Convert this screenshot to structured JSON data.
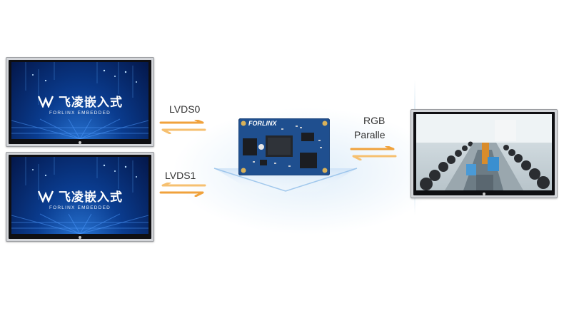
{
  "links": {
    "lvds0": "LVDS0",
    "lvds1": "LVDS1",
    "rgb_line1": "RGB",
    "rgb_line2": "Paralle"
  },
  "display_logo": {
    "chinese": "飞凌嵌入式",
    "english": "FORLINX EMBEDDED"
  },
  "board_brand": "FORLINX",
  "colors": {
    "arrow_orange": "#f0a23c",
    "board_blue": "#1f4f8f",
    "screen_blue": "#0a3c8f"
  }
}
